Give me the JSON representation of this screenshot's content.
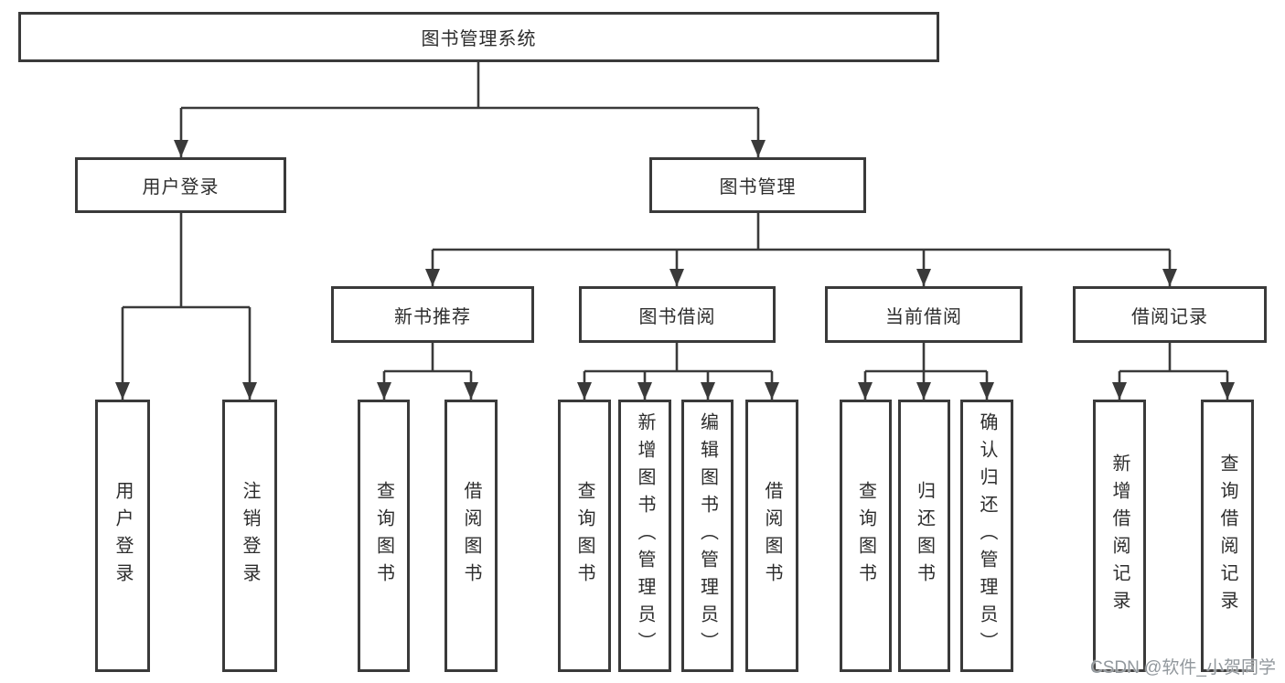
{
  "colors": {
    "line": "#3a3a3a",
    "text": "#2d2d2d",
    "box_background": "#ffffff",
    "watermark_gray": "#8c9298"
  },
  "watermark": "CSDN @软件_小贺同学",
  "tree": {
    "root": {
      "label": "图书管理系统"
    },
    "level2": [
      {
        "label": "用户登录"
      },
      {
        "label": "图书管理"
      }
    ],
    "level3": [
      {
        "label": "新书推荐"
      },
      {
        "label": "图书借阅"
      },
      {
        "label": "当前借阅"
      },
      {
        "label": "借阅记录"
      }
    ],
    "leaves": [
      {
        "label": "用户登录"
      },
      {
        "label": "注销登录"
      },
      {
        "label": "查询图书"
      },
      {
        "label": "借阅图书"
      },
      {
        "label": "查询图书"
      },
      {
        "label": "新增图书（管理员）"
      },
      {
        "label": "编辑图书（管理员）"
      },
      {
        "label": "借阅图书"
      },
      {
        "label": "查询图书"
      },
      {
        "label": "归还图书"
      },
      {
        "label": "确认归还（管理员）"
      },
      {
        "label": "新增借阅记录"
      },
      {
        "label": "查询借阅记录"
      }
    ]
  }
}
